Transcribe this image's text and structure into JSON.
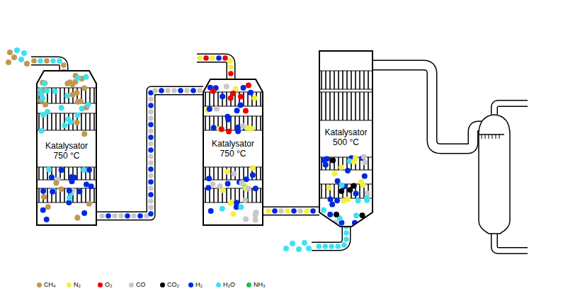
{
  "diagram": {
    "nodes": [
      {
        "text": [
          "Katalysator 750 °C"
        ]
      },
      {
        "text": [
          "Katalysator 750 °C"
        ]
      },
      {
        "text": [
          "Katalysator 500 °C"
        ]
      }
    ],
    "edges": [
      {
        "from": 0,
        "to": 1,
        "arrow": "none"
      },
      {
        "from": 1,
        "to": 2,
        "arrow": "none"
      }
    ],
    "legend": [
      {
        "text": "CH₄",
        "color": "#c09850"
      },
      {
        "text": "N₂",
        "color": "#f0f040"
      },
      {
        "text": "O₂",
        "color": "#f00000"
      },
      {
        "text": "CO",
        "color": "#c8c8c8"
      },
      {
        "text": "CO₂",
        "color": "#000000"
      },
      {
        "text": "H₂",
        "color": "#0028e0"
      },
      {
        "text": "H₂O",
        "color": "#40e0f0"
      },
      {
        "text": "NH₃",
        "color": "#20c040"
      }
    ]
  }
}
